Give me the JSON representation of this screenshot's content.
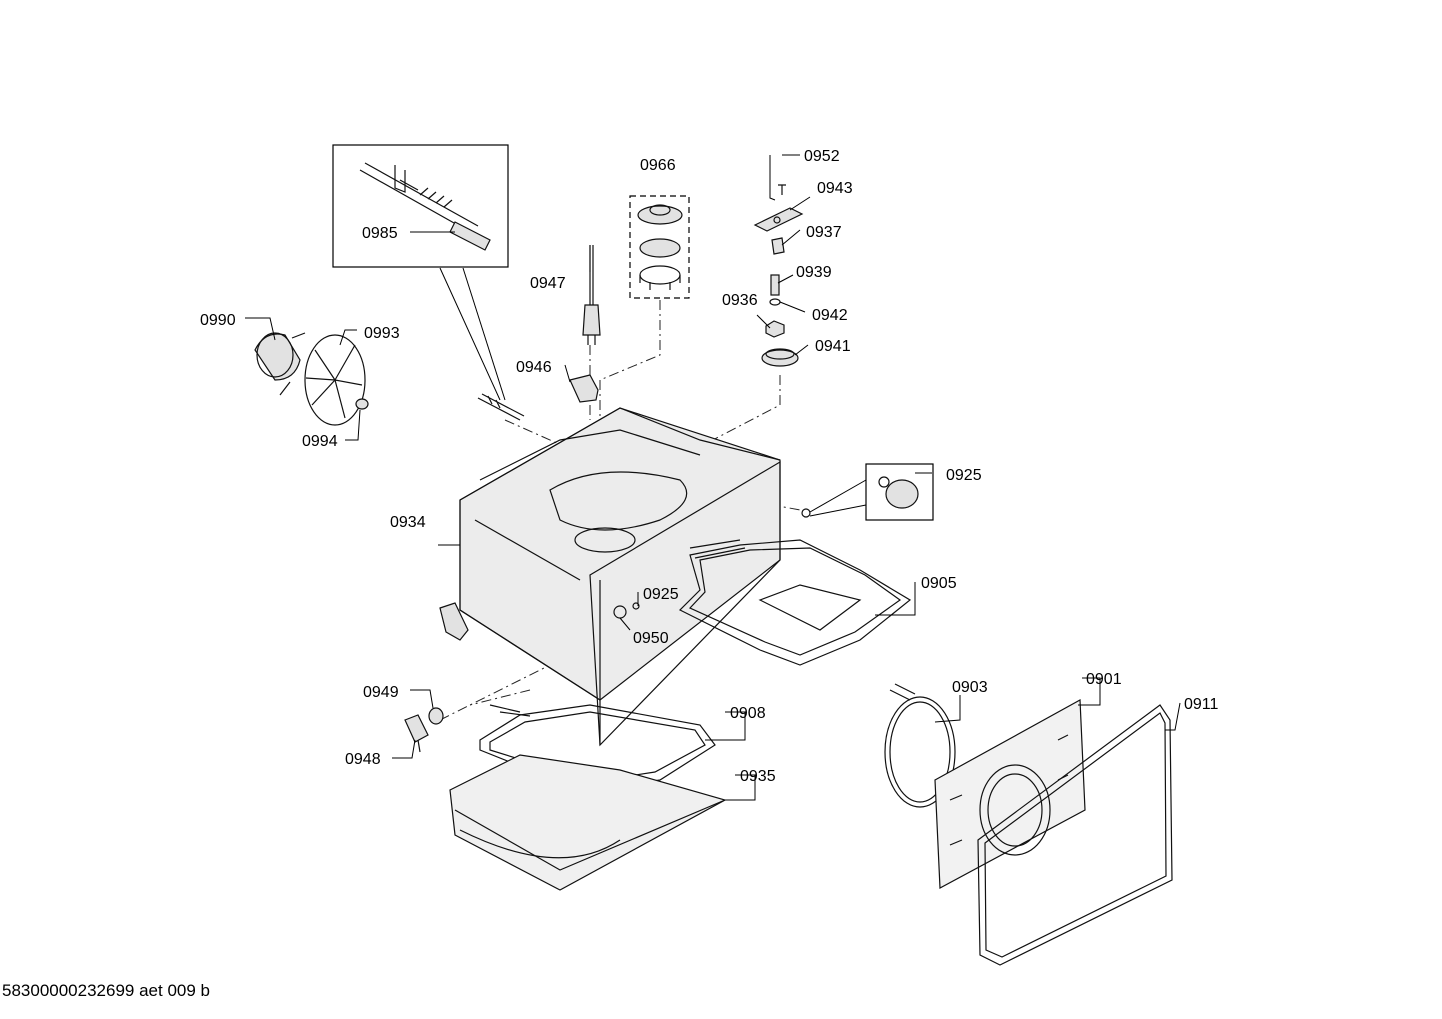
{
  "document_id": "58300000232699 aet 009 b",
  "labels": [
    {
      "id": "0985",
      "text": "0985"
    },
    {
      "id": "0966",
      "text": "0966"
    },
    {
      "id": "0952",
      "text": "0952"
    },
    {
      "id": "0943",
      "text": "0943"
    },
    {
      "id": "0937",
      "text": "0937"
    },
    {
      "id": "0939",
      "text": "0939"
    },
    {
      "id": "0936",
      "text": "0936"
    },
    {
      "id": "0942",
      "text": "0942"
    },
    {
      "id": "0941",
      "text": "0941"
    },
    {
      "id": "0947",
      "text": "0947"
    },
    {
      "id": "0990",
      "text": "0990"
    },
    {
      "id": "0993",
      "text": "0993"
    },
    {
      "id": "0946",
      "text": "0946"
    },
    {
      "id": "0994",
      "text": "0994"
    },
    {
      "id": "0925a",
      "text": "0925"
    },
    {
      "id": "0934",
      "text": "0934"
    },
    {
      "id": "0925b",
      "text": "0925"
    },
    {
      "id": "0905",
      "text": "0905"
    },
    {
      "id": "0950",
      "text": "0950"
    },
    {
      "id": "0949",
      "text": "0949"
    },
    {
      "id": "0908",
      "text": "0908"
    },
    {
      "id": "0903",
      "text": "0903"
    },
    {
      "id": "0901",
      "text": "0901"
    },
    {
      "id": "0911",
      "text": "0911"
    },
    {
      "id": "0948",
      "text": "0948"
    },
    {
      "id": "0935",
      "text": "0935"
    }
  ]
}
